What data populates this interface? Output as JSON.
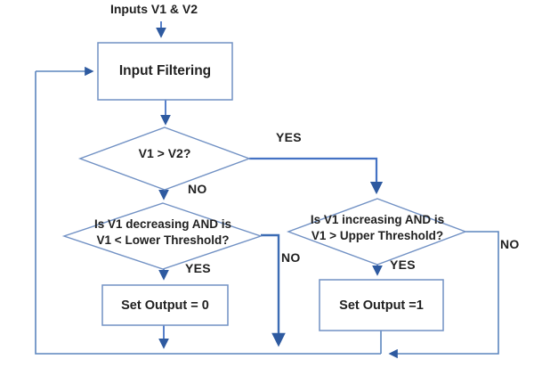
{
  "diagram": {
    "title": "Inputs V1 & V2",
    "nodes": {
      "input_filtering": {
        "type": "process",
        "label": "Input Filtering"
      },
      "v1_gt_v2": {
        "type": "decision",
        "label": "V1 > V2?"
      },
      "decreasing_check": {
        "type": "decision",
        "label_line1": "Is V1 decreasing AND is",
        "label_line2": "V1 < Lower Threshold?"
      },
      "increasing_check": {
        "type": "decision",
        "label_line1": "Is V1 increasing AND is",
        "label_line2": "V1 > Upper Threshold?"
      },
      "set_output_0": {
        "type": "process",
        "label": "Set Output = 0"
      },
      "set_output_1": {
        "type": "process",
        "label": "Set Output =1"
      }
    },
    "edge_labels": {
      "yes_top": "YES",
      "no_top": "NO",
      "yes_lower_left": "YES",
      "no_middle": "NO",
      "yes_lower_right": "YES",
      "no_right": "NO"
    },
    "colors": {
      "shape_border": "#7191c4",
      "connector": "#4472c4",
      "loop_line": "#5c85be",
      "arrowhead": "#2e5aa0",
      "text": "#212121",
      "background": "#ffffff"
    }
  }
}
